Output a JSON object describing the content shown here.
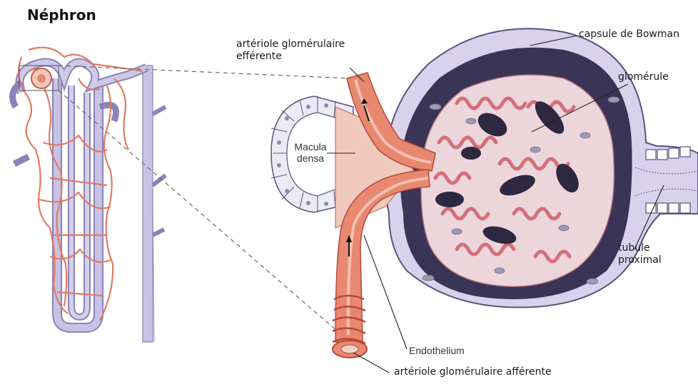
{
  "title": "Néphron",
  "labels": {
    "efferent_line1": "artériole glomérulaire",
    "efferent_line2": "efférente",
    "bowman": "capsule de Bowman",
    "glomerule": "glomérule",
    "macula_line1": "Macula",
    "macula_line2": "densa",
    "tubule_line1": "tubule",
    "tubule_line2": "proximal",
    "endothelium": "Endothelium",
    "afferent": "artériole glomérulaire afférente"
  },
  "colors": {
    "artery": "#e98870",
    "artery_dark": "#c65a48",
    "vein": "#b9b3d8",
    "vein_dark": "#8a82b8",
    "capsule": "#cfc6e6",
    "capsule_dark": "#3c3658"
  }
}
